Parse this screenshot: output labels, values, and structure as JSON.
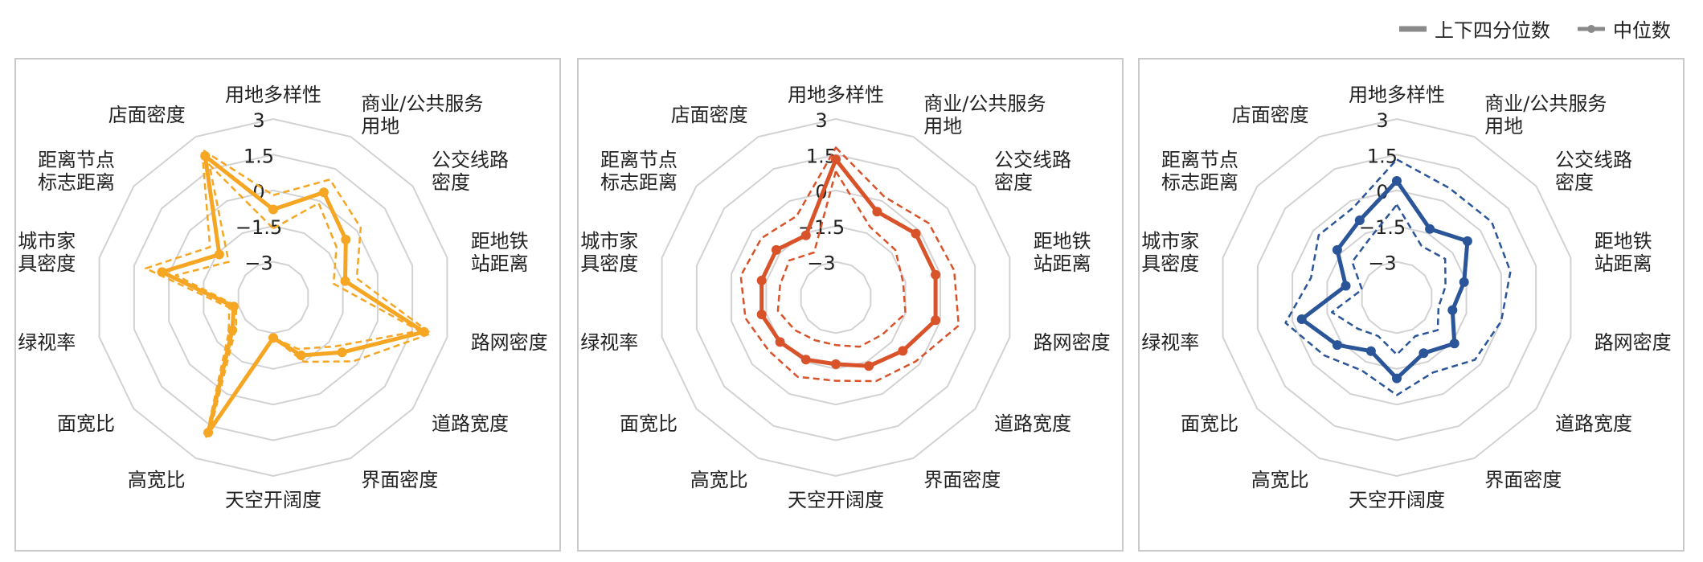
{
  "legend": {
    "quartile_label": "上下四分位数",
    "median_label": "中位数",
    "line_color": "#8a8a8a"
  },
  "chart_data": [
    {
      "type": "radar",
      "color": "#F5A623",
      "categories": [
        "用地多样性",
        "商业/公共服务\n用地",
        "公交线路\n密度",
        "距地铁\n站距离",
        "路网密度",
        "道路宽度",
        "界面密度",
        "天空开阔度",
        "高宽比",
        "面宽比",
        "绿视率",
        "城市家\n具密度",
        "距离节点\n标志距离",
        "店面密度"
      ],
      "rlim": [
        -4.5,
        3
      ],
      "ticks": [
        3,
        1.5,
        0,
        -1.5,
        -3
      ],
      "tick_labels": [
        "3",
        "1.5",
        "0",
        "−1.5",
        "−3"
      ],
      "series": [
        {
          "role": "upper_quartile",
          "values": [
            -0.2,
            1.0,
            0.2,
            -0.9,
            2.3,
            -0.2,
            -1.5,
            -2.8,
            2.0,
            -2.1,
            -2.6,
            1.0,
            -1.1,
            2.4
          ]
        },
        {
          "role": "median",
          "values": [
            -0.8,
            0.4,
            -0.6,
            -1.4,
            2.0,
            -0.8,
            -1.8,
            -2.8,
            1.8,
            -2.3,
            -2.8,
            0.3,
            -1.6,
            2.1
          ]
        },
        {
          "role": "lower_quartile",
          "values": [
            -1.6,
            -0.1,
            -1.1,
            -1.9,
            1.8,
            -1.2,
            -2.1,
            -2.8,
            1.5,
            -2.5,
            -2.9,
            -0.3,
            -2.1,
            1.7
          ]
        }
      ]
    },
    {
      "type": "radar",
      "color": "#D9532A",
      "categories": [
        "用地多样性",
        "商业/公共服务\n用地",
        "公交线路\n密度",
        "距地铁\n站距离",
        "路网密度",
        "道路宽度",
        "界面密度",
        "天空开阔度",
        "高宽比",
        "面宽比",
        "绿视率",
        "城市家\n具密度",
        "距离节点\n标志距离",
        "店面密度"
      ],
      "rlim": [
        -4.5,
        3
      ],
      "ticks": [
        3,
        1.5,
        0,
        -1.5,
        -3
      ],
      "tick_labels": [
        "3",
        "1.5",
        "0",
        "−1.5",
        "−3"
      ],
      "series": [
        {
          "role": "upper_quartile",
          "values": [
            1.8,
            0.2,
            0.5,
            0.6,
            0.8,
            -0.2,
            -0.6,
            -1.0,
            -0.8,
            -0.9,
            -0.6,
            -0.4,
            -0.5,
            -0.7
          ]
        },
        {
          "role": "median",
          "values": [
            1.3,
            -0.5,
            -0.2,
            -0.2,
            -0.2,
            -0.9,
            -1.3,
            -1.7,
            -1.6,
            -1.5,
            -1.3,
            -1.3,
            -1.3,
            -1.6
          ]
        },
        {
          "role": "lower_quartile",
          "values": [
            0.8,
            -1.2,
            -1.3,
            -1.6,
            -1.5,
            -2.0,
            -2.2,
            -2.5,
            -2.5,
            -2.3,
            -2.0,
            -2.1,
            -2.0,
            -2.4
          ]
        }
      ]
    },
    {
      "type": "radar",
      "color": "#2A5598",
      "categories": [
        "用地多样性",
        "商业/公共服务\n用地",
        "公交线路\n密度",
        "距地铁\n站距离",
        "路网密度",
        "道路宽度",
        "界面密度",
        "天空开阔度",
        "高宽比",
        "面宽比",
        "绿视率",
        "城市家\n具密度",
        "距离节点\n标志距离",
        "店面密度"
      ],
      "rlim": [
        -4.5,
        3
      ],
      "ticks": [
        3,
        1.5,
        0,
        -1.5,
        -3
      ],
      "tick_labels": [
        "3",
        "1.5",
        "0",
        "−1.5",
        "−3"
      ],
      "series": [
        {
          "role": "upper_quartile",
          "values": [
            1.3,
            0.6,
            0.6,
            0.4,
            0.0,
            -0.3,
            -1.0,
            -0.4,
            -1.1,
            -0.6,
            0.3,
            -0.8,
            -0.3,
            -0.3
          ]
        },
        {
          "role": "median",
          "values": [
            0.4,
            -1.3,
            -0.7,
            -1.6,
            -2.1,
            -1.4,
            -1.9,
            -1.1,
            -2.0,
            -1.3,
            -0.4,
            -2.3,
            -1.3,
            -0.9
          ]
        },
        {
          "role": "lower_quartile",
          "values": [
            -0.6,
            -2.1,
            -1.9,
            -2.4,
            -2.7,
            -2.3,
            -2.7,
            -2.1,
            -2.7,
            -2.4,
            -1.7,
            -3.0,
            -2.1,
            -1.8
          ]
        }
      ]
    }
  ]
}
